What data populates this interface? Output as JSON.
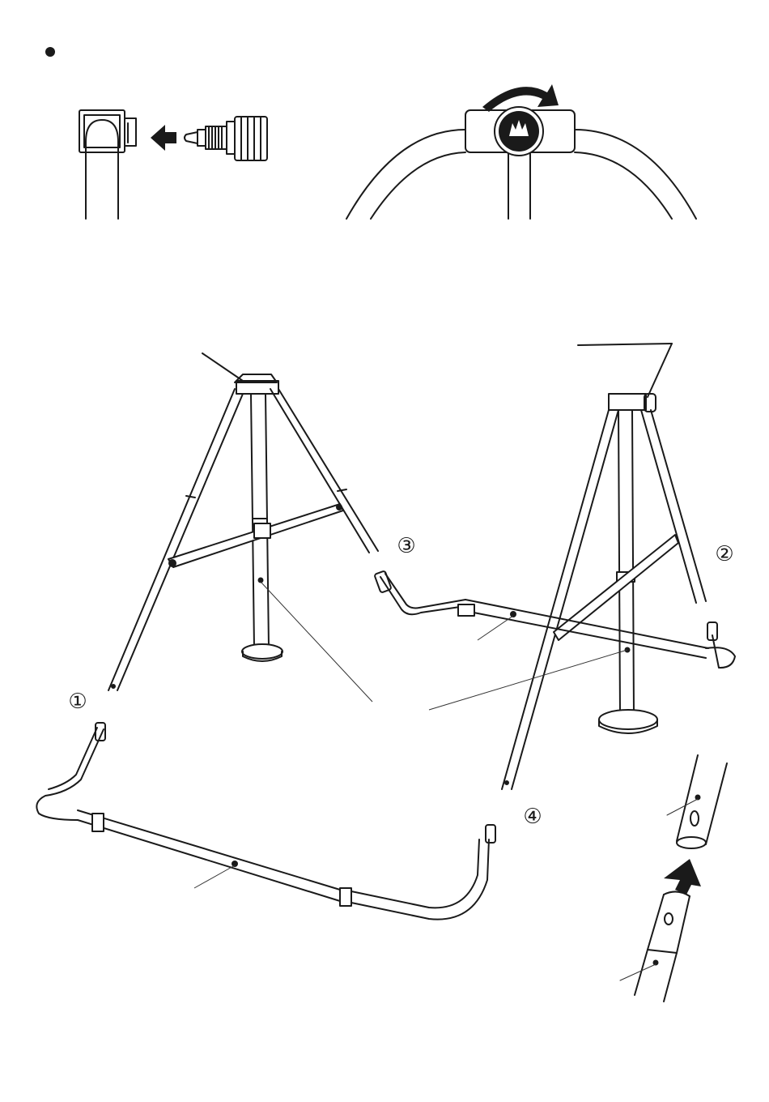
{
  "step_labels": {
    "one": "①",
    "two": "②",
    "three": "③",
    "four": "④"
  },
  "colors": {
    "line": "#1a1a1a",
    "fill": "#ffffff",
    "arrow": "#1a1a1a",
    "knob": "#1a1a1a"
  },
  "icons": {
    "bullet": "bullet-dot",
    "insert_arrow": "arrow-left-icon",
    "rotate_arrow": "rotate-clockwise-icon",
    "up_arrow": "arrow-up-icon"
  }
}
